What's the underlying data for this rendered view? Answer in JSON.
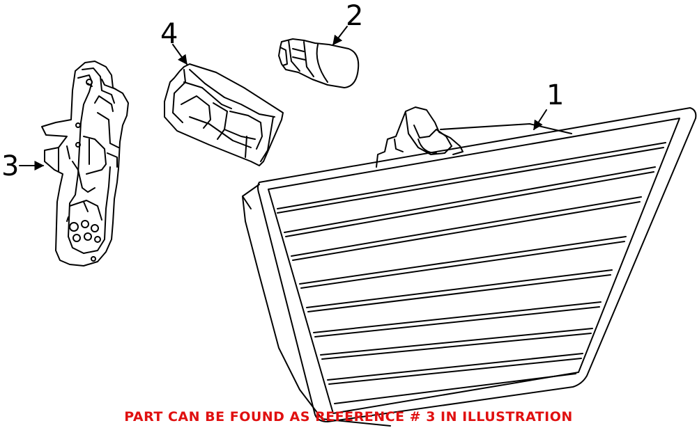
{
  "diagram": {
    "callouts": [
      {
        "id": "1",
        "label": "1"
      },
      {
        "id": "2",
        "label": "2"
      },
      {
        "id": "3",
        "label": "3"
      },
      {
        "id": "4",
        "label": "4"
      }
    ],
    "caption": "PART CAN BE FOUND AS REFERENCE # 3 IN ILLUSTRATION",
    "caption_color": "#e01010",
    "line_color": "#000000"
  }
}
